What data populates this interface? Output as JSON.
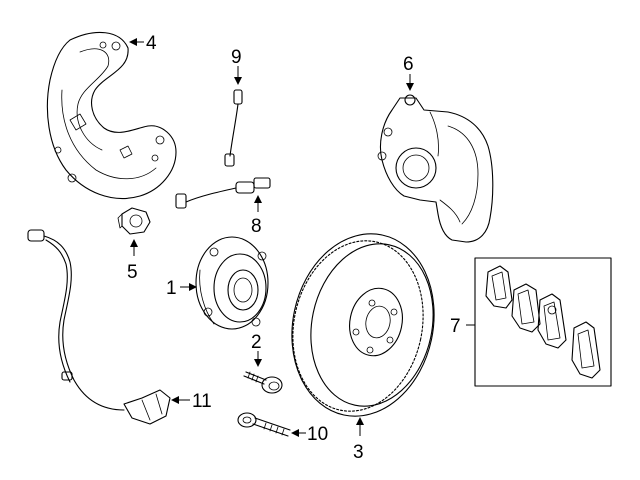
{
  "diagram": {
    "callouts": {
      "c1": "1",
      "c2": "2",
      "c3": "3",
      "c4": "4",
      "c5": "5",
      "c6": "6",
      "c7": "7",
      "c8": "8",
      "c9": "9",
      "c10": "10",
      "c11": "11"
    },
    "colors": {
      "line": "#000000",
      "background": "#ffffff"
    }
  }
}
